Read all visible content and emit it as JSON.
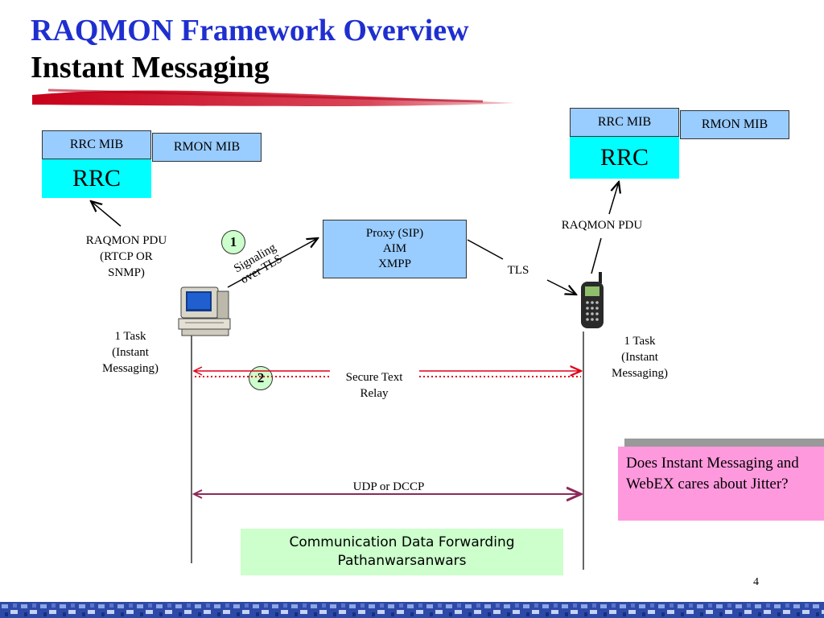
{
  "title": {
    "line1": "RAQMON Framework Overview",
    "line2": "Instant Messaging"
  },
  "left_node": {
    "rrc_mib": "RRC MIB",
    "rmon_mib": "RMON MIB",
    "rrc": "RRC",
    "pdu_label": [
      "RAQMON PDU",
      "(RTCP OR",
      "SNMP)"
    ],
    "task_label": [
      "1 Task",
      "(Instant",
      "Messaging)"
    ]
  },
  "right_node": {
    "rrc_mib": "RRC MIB",
    "rmon_mib": "RMON MIB",
    "rrc": "RRC",
    "pdu_label": "RAQMON PDU",
    "task_label": [
      "1 Task",
      "(Instant",
      "Messaging)"
    ]
  },
  "proxy": {
    "lines": [
      "Proxy (SIP)",
      "AIM",
      "XMPP"
    ]
  },
  "signaling_label": [
    "Signaling",
    "over TLS"
  ],
  "tls_label": "TLS",
  "step1": "1",
  "step2": "2",
  "secure_relay": [
    "Secure Text",
    "Relay"
  ],
  "udp_label": "UDP or DCCP",
  "question": "Does Instant Messaging and WebEX cares about Jitter?",
  "cdf_box": [
    "Communication Data Forwarding",
    "Pathanwarsanwars"
  ],
  "page_number": "4",
  "colors": {
    "title_blue": "#1f2fcf",
    "mib_blue": "#99ccff",
    "rrc_cyan": "#00ffff",
    "step_green": "#ccffcc",
    "question_pink": "#ff99dd",
    "relay_red": "#e0001a",
    "udp_purple": "#8b2a5a"
  }
}
